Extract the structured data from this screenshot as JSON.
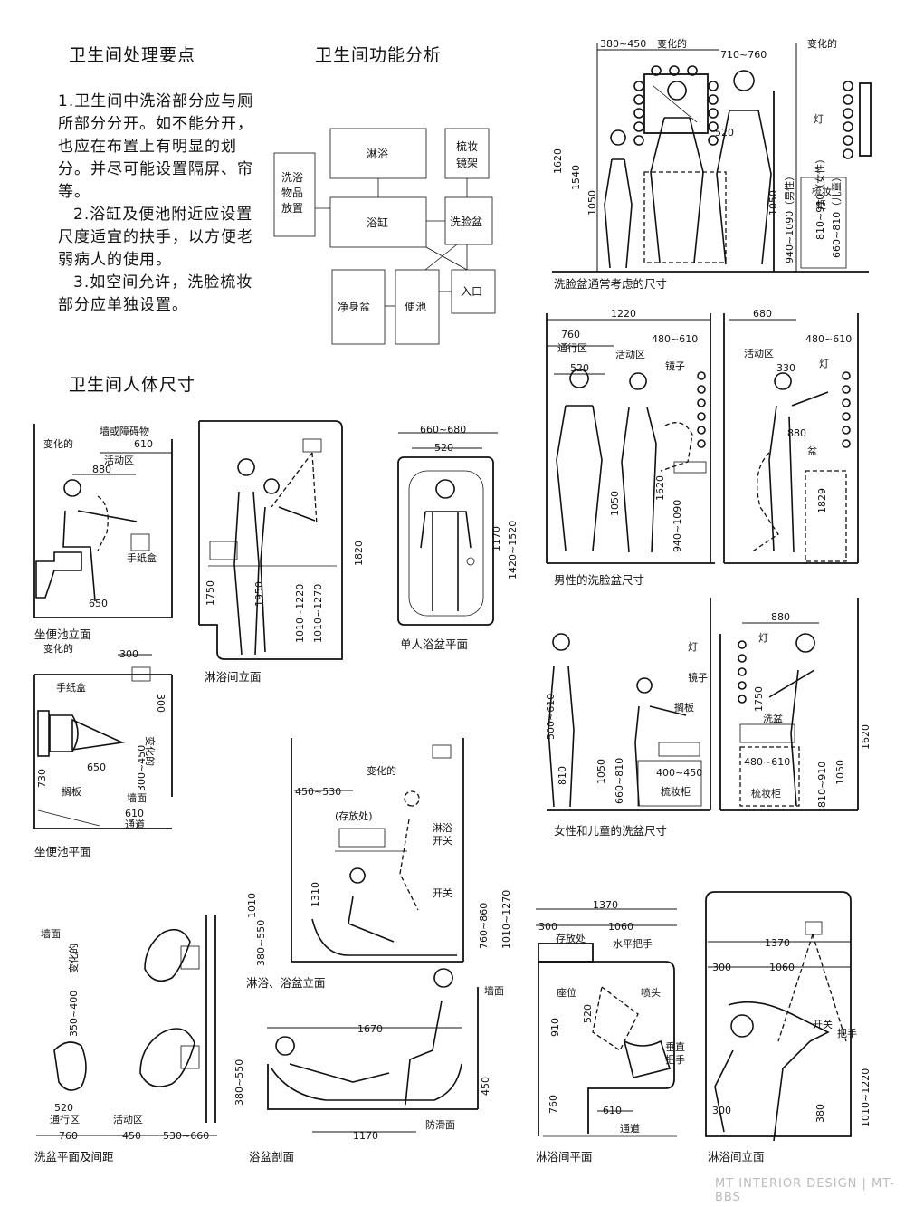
{
  "titles": {
    "main": "卫生间处理要点",
    "function": "卫生间功能分析",
    "body_size": "卫生间人体尺寸"
  },
  "notes": [
    "1.卫生间中洗浴部分应与厕所部分分开。如不能分开，也应在布置上有明显的划分。并尽可能设置隔屏、帘等。",
    "2.浴缸及便池附近应设置尺度适宜的扶手，以方便老弱病人的使用。",
    "3.如空间允许，洗脸梳妆部分应单独设置。"
  ],
  "flow": {
    "shower": "淋浴",
    "vanity1": "梳妆",
    "vanity2": "镜架",
    "storage1": "洗浴",
    "storage2": "物品",
    "storage3": "放置",
    "bathtub": "浴缸",
    "basin": "洗脸盆",
    "bidet": "净身盆",
    "toilet": "便池",
    "entrance": "入口"
  },
  "diagrams": {
    "toilet_elev": {
      "caption": "坐便池立面",
      "wall": "墙或障碍物",
      "var": "变化的",
      "d610": "610",
      "zone": "活动区",
      "d880": "880",
      "paper": "手纸盒",
      "d650": "650"
    },
    "toilet_plan": {
      "caption": "坐便池平面",
      "var": "变化的",
      "d300a": "300",
      "paper": "手纸盒",
      "d300b": "300",
      "var2": "变化的",
      "d650": "650",
      "d730": "730",
      "d300_450": "300~450",
      "shelf": "搁板",
      "wallface": "墙面",
      "d610": "610",
      "aisle": "通道"
    },
    "shower_elev": {
      "caption": "淋浴间立面",
      "d1820": "1820",
      "d1750": "1750",
      "d1950": "1950",
      "d1010_1220": "1010~1220",
      "d1010_1270": "1010~1270"
    },
    "tub_plan": {
      "caption": "单人浴盆平面",
      "d660_680": "660~680",
      "d520": "520",
      "d1170": "1170",
      "d1420_1520": "1420~1520"
    },
    "basin_general": {
      "caption": "洗脸盆通常考虑的尺寸",
      "d380_450": "380~450",
      "var": "变化的",
      "d710_760": "710~760",
      "var2": "变化的",
      "d520": "520",
      "lamp": "灯",
      "d1620": "1620",
      "d1540": "1540",
      "d1050": "1050",
      "d1050b": "1050",
      "d940_1090": "940~1090（男性）",
      "d810_910": "810~910（女性）",
      "d660_810": "660~810（儿童）",
      "cab1": "梳妆",
      "cab2": "柜"
    },
    "basin_male": {
      "caption": "男性的洗脸盆尺寸",
      "d1220": "1220",
      "d760": "760",
      "aisle": "通行区",
      "zone": "活动区",
      "d480_610": "480~610",
      "mirror": "镜子",
      "d520": "520",
      "d1050": "1050",
      "d1620": "1620",
      "d940_1090": "940~1090",
      "d680": "680",
      "d480_610b": "480~610",
      "zone2": "活动区",
      "d330": "330",
      "lamp": "灯",
      "d880": "880",
      "basin": "盆",
      "d1829": "1829"
    },
    "basin_female": {
      "caption": "女性和儿童的洗盆尺寸",
      "lamp": "灯",
      "mirror": "镜子",
      "shelf": "搁板",
      "d500_610": "500~610",
      "d810": "810",
      "d1050": "1050",
      "d660_810": "660~810",
      "d400_450": "400~450",
      "cab": "梳妆柜",
      "d880": "880",
      "lamp2": "灯",
      "d1750": "1750",
      "basin": "洗盆",
      "d480_610": "480~610",
      "cab2": "梳妆柜",
      "d810_910": "810~910",
      "d1050b": "1050",
      "d1620": "1620"
    },
    "shower_tub_elev": {
      "caption": "淋浴、浴盆立面",
      "var": "变化的",
      "d450_530": "450~530",
      "store": "(存放处)",
      "shower_sw": "淋浴",
      "shower_sw2": "开关",
      "switch": "开关",
      "d1010": "1010",
      "d380_550": "380~550",
      "d1310": "1310",
      "d760_860": "760~860",
      "d1010_1270": "1010~1270"
    },
    "basin_plan": {
      "caption": "洗盆平面及间距",
      "wallface": "墙面",
      "var": "变化的",
      "d350_400": "350~400",
      "d520": "520",
      "aisle": "通行区",
      "zone": "活动区",
      "d760": "760",
      "d450": "450",
      "d530_660": "530~660"
    },
    "tub_section": {
      "caption": "浴盆剖面",
      "d1670": "1670",
      "wallface": "墙面",
      "d380_550": "380~550",
      "d450": "450",
      "d1170": "1170",
      "antiskid": "防滑面"
    },
    "shower_plan": {
      "caption": "淋浴间平面",
      "d1370": "1370",
      "d300": "300",
      "d1060": "1060",
      "store": "存放处",
      "handle": "水平把手",
      "seat": "座位",
      "nozzle": "喷头",
      "d910": "910",
      "d520": "520",
      "vhandle1": "垂直",
      "vhandle2": "把手",
      "d760": "760",
      "d610": "610",
      "aisle": "通道"
    },
    "shower_elev2": {
      "caption": "淋浴间立面",
      "d1370": "1370",
      "d300": "300",
      "d1060": "1060",
      "switch": "开关",
      "grip": "把手",
      "d300b": "300",
      "d380": "380",
      "d1010_1220": "1010~1220"
    }
  },
  "watermark": "MT INTERIOR DESIGN | MT-BBS"
}
